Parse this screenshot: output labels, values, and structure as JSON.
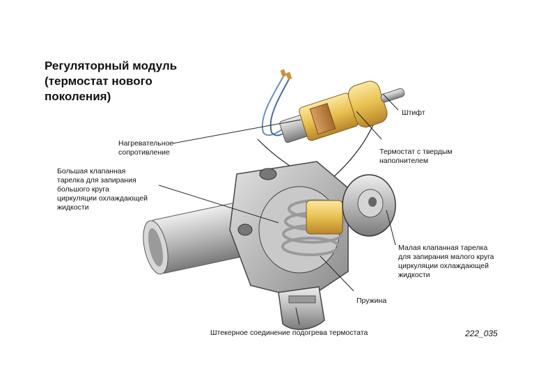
{
  "title": "Регуляторный модуль\n(термостат нового\nпоколения)",
  "labels": {
    "heating_resistor": "Нагревательное\nсопротивление",
    "big_valve_plate": "Большая клапанная\nтарелка для запирания\nбольшого круга\nциркуляции охлаждающей\nжидкости",
    "pin": "Штифт",
    "thermostat_solid": "Термостат с твердым\nнаполнителем",
    "small_valve_plate": "Малая клапанная тарелка\nдля запирания малого круга\nциркуляции охлаждающей\nжидкости",
    "spring": "Пружина",
    "plug_connector": "Штекерное соединение подогрева термостата"
  },
  "figure_id": "222_035"
}
